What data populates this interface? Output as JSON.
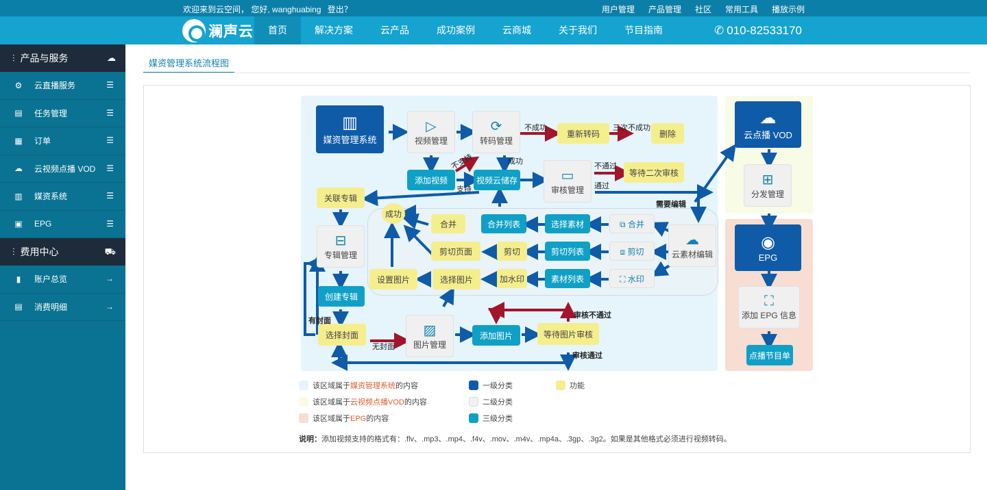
{
  "topbar": {
    "welcome": "欢迎来到云空间，",
    "greeting": "您好, wanghuabing",
    "logout": "登出？",
    "links": [
      "用户管理",
      "产品管理",
      "社区",
      "常用工具",
      "播放示例"
    ]
  },
  "header": {
    "logo": "澜声云",
    "nav": [
      "首页",
      "解决方案",
      "云产品",
      "成功案例",
      "云商城",
      "关于我们",
      "节目指南"
    ],
    "phone": "010-82533170"
  },
  "sidebar": {
    "section1": "产品与服务",
    "items1": [
      {
        "label": "云直播服务",
        "icon": "gear-icon"
      },
      {
        "label": "任务管理",
        "icon": "clipboard-icon"
      },
      {
        "label": "订单",
        "icon": "document-icon"
      },
      {
        "label": "云视频点播 VOD",
        "icon": "cloud-upload-icon"
      },
      {
        "label": "媒资系统",
        "icon": "table-icon"
      },
      {
        "label": "EPG",
        "icon": "camera-icon"
      }
    ],
    "section2": "费用中心",
    "items2": [
      {
        "label": "账户总览",
        "icon": "notebook-icon"
      },
      {
        "label": "消费明细",
        "icon": "list-icon"
      }
    ]
  },
  "content": {
    "tab": "媒资管理系统流程图"
  },
  "diagram": {
    "boxes": {
      "mam": "媒资管理系统",
      "video_mgmt": "视频管理",
      "transcode_mgmt": "转码管理",
      "retranscode": "重新转码",
      "delete": "删除",
      "add_video": "添加视频",
      "cloud_storage": "视频云储存",
      "review_mgmt": "审核管理",
      "wait_second_review": "等待二次审核",
      "assoc_album": "关联专辑",
      "success": "成功",
      "merge": "合并",
      "merge_list": "合并列表",
      "select_material": "选择素材",
      "merge2": "合并",
      "album_mgmt": "专辑管理",
      "cut_page": "剪切页面",
      "cut": "剪切",
      "cut_list": "剪切列表",
      "cut2": "剪切",
      "material_edit": "云素材编辑",
      "set_image": "设置图片",
      "select_image": "选择图片",
      "add_watermark": "加水印",
      "material_list": "素材列表",
      "watermark": "水印",
      "create_album": "创建专辑",
      "select_cover": "选择封面",
      "image_mgmt": "图片管理",
      "add_image": "添加图片",
      "wait_image_review": "等待图片审核",
      "vod": "云点播 VOD",
      "dist_mgmt": "分发管理",
      "epg": "EPG",
      "add_epg_info": "添加 EPG 信息",
      "vod_program_list": "点播节目单"
    },
    "labels": {
      "fail": "不成功",
      "fail3": "三次不成功",
      "not_supported": "不支持",
      "success_lbl": "成功",
      "supported": "支持",
      "not_pass": "不通过",
      "pass": "通过",
      "need_edit": "需要编辑",
      "has_cover": "有封面",
      "no_cover": "无封面",
      "review_fail": "审核不通过",
      "review_pass": "审核通过"
    }
  },
  "legend": {
    "area_prefix": "该区域属于",
    "area_suffix": "的内容",
    "area1": "媒资管理系统",
    "area2": "云视频点播VOD",
    "area3": "EPG",
    "level1": "一级分类",
    "level2": "二级分类",
    "level3": "三级分类",
    "function": "功能",
    "note_label": "说明：",
    "note_text": "添加视频支持的格式有：.flv、.mp3、.mp4、.f4v、.mov、.m4v、.mp4a、.3gp、.3g2。如果是其他格式必须进行视频转码。"
  },
  "colors": {
    "top_strip": "#0c7fa8",
    "header": "#15a3cf",
    "sidebar": "#0a7292",
    "sidebar_section": "#1d2b3a",
    "level1": "#0f5ba7",
    "level3": "#10a0c6",
    "function": "#f5ee8d",
    "arrow_blue": "#0f5ba7",
    "arrow_red": "#a3152a"
  }
}
